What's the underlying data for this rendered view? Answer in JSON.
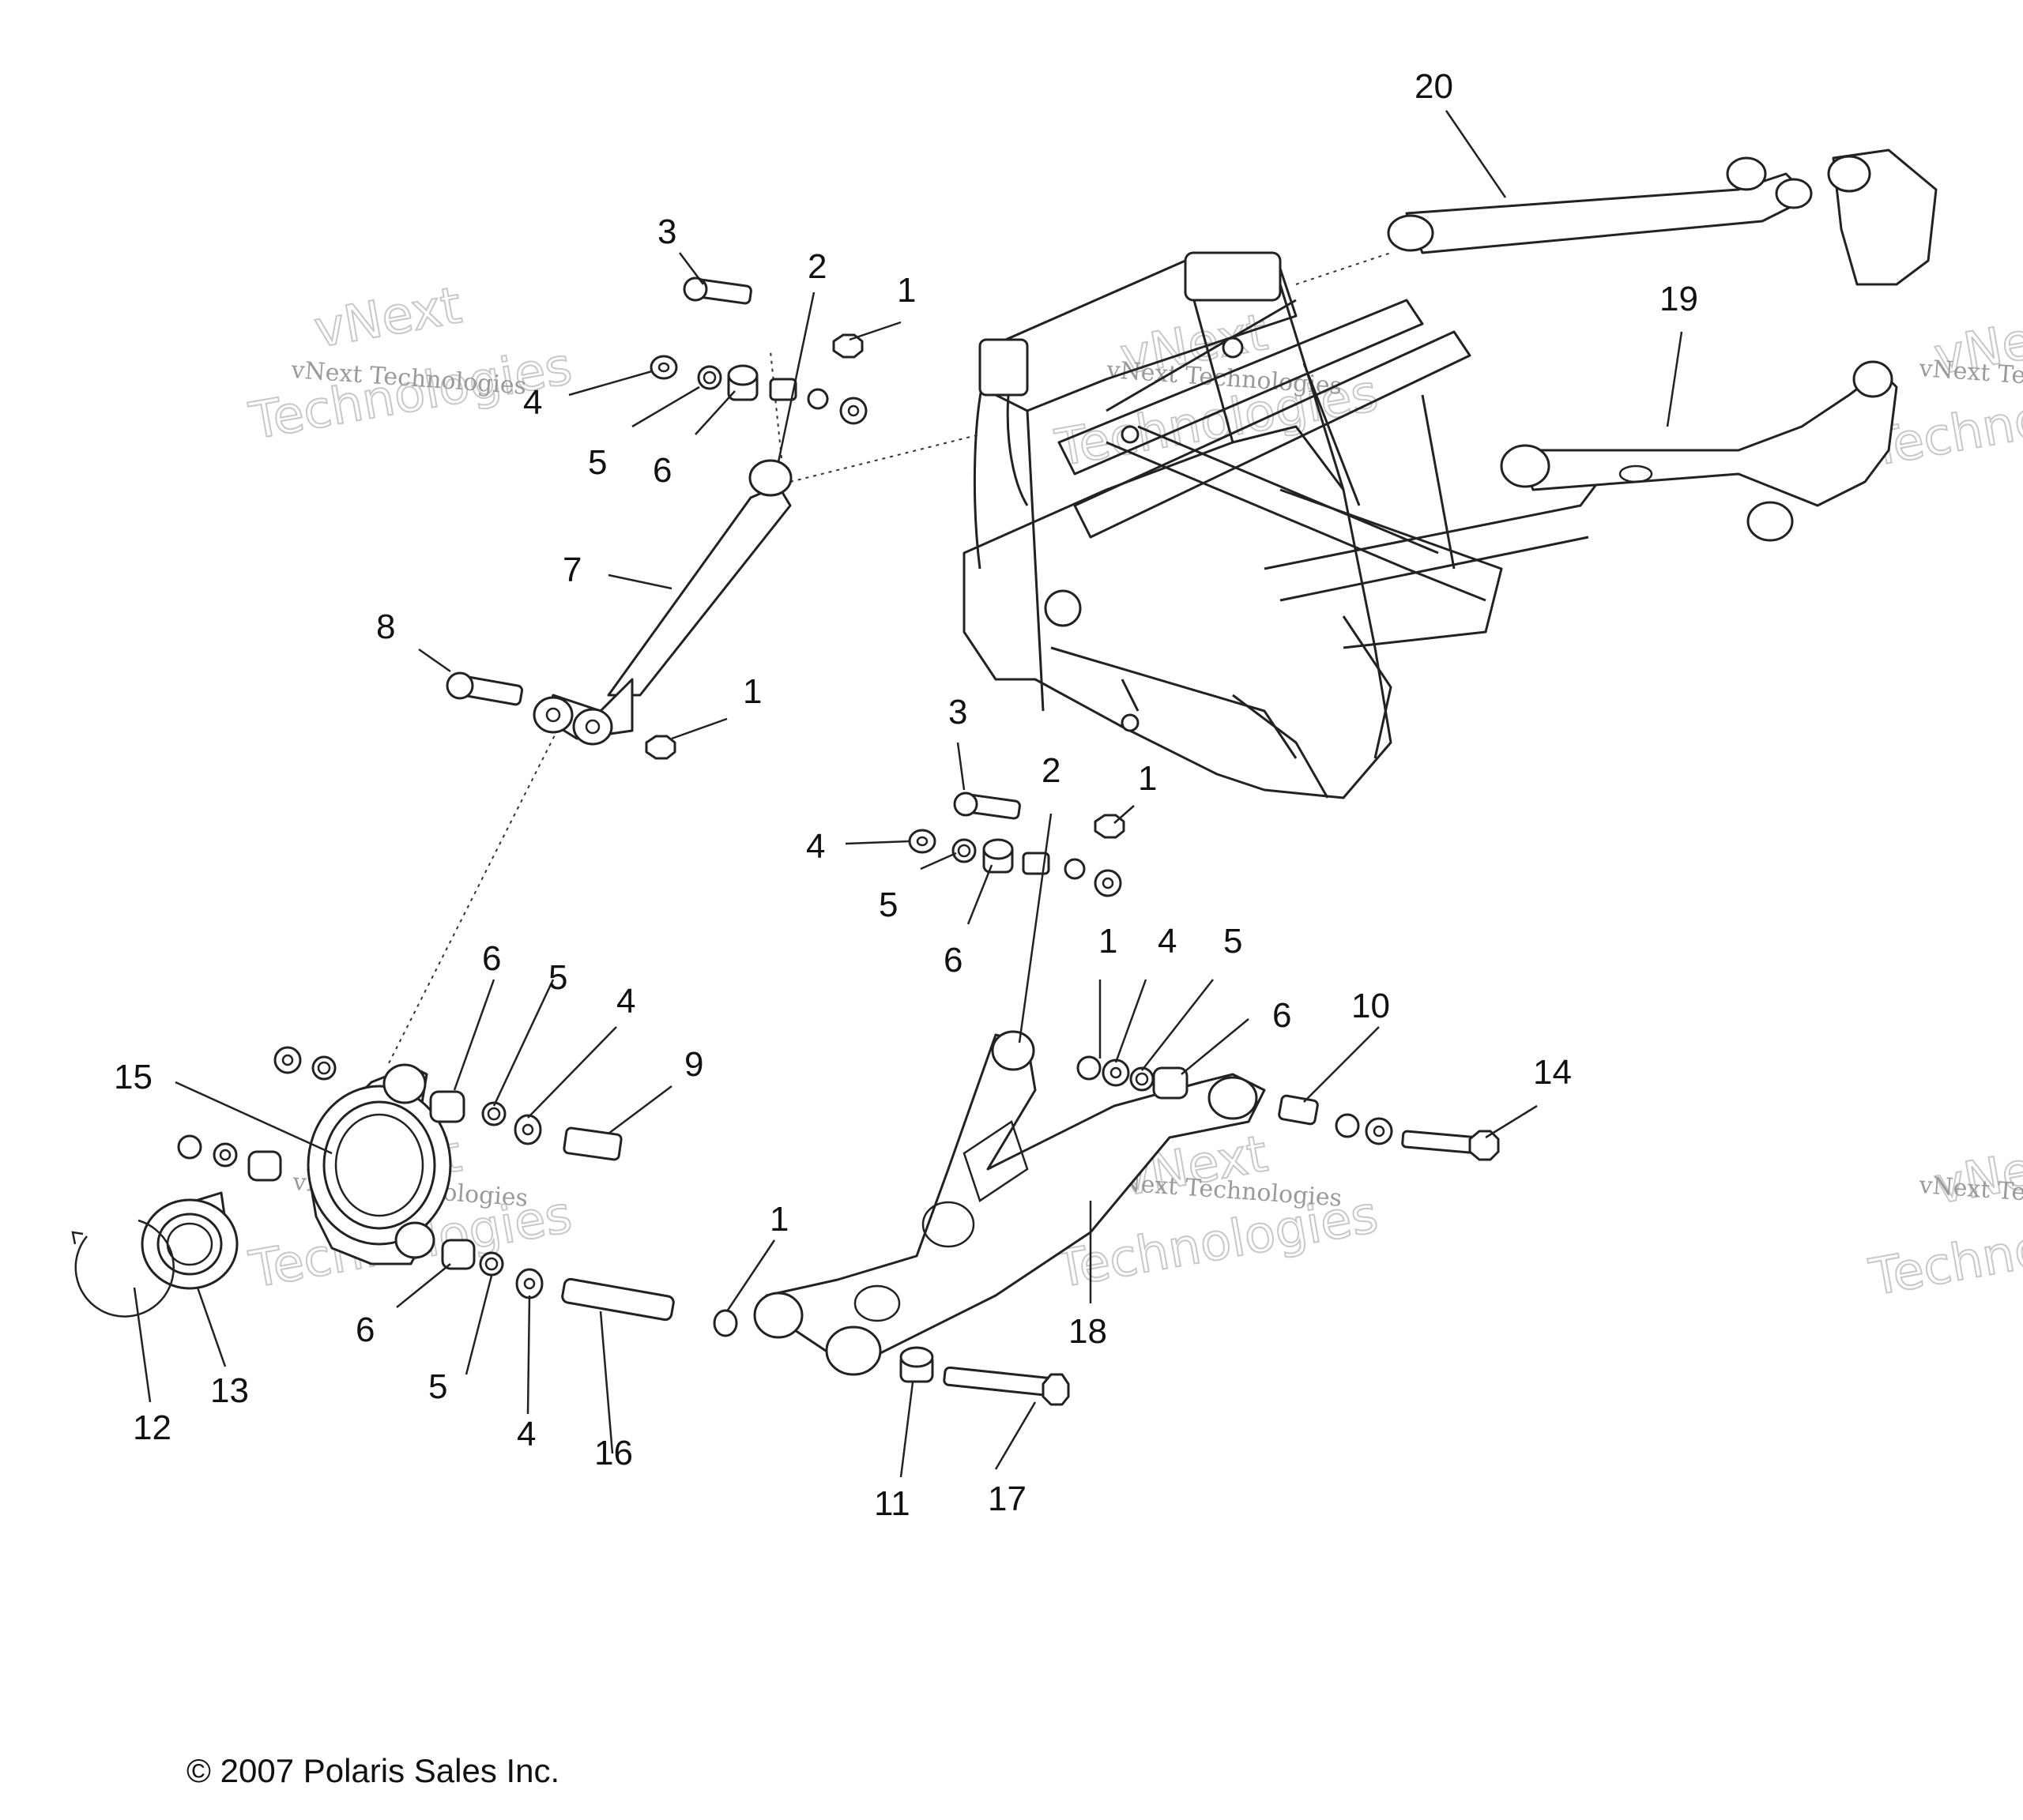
{
  "copyright": "© 2007 Polaris Sales Inc.",
  "watermark": {
    "line1": "vNext Technologies",
    "line2": "vNext",
    "line3": "Technologies"
  },
  "callouts": [
    {
      "id": "c1",
      "text": "20"
    },
    {
      "id": "c2",
      "text": "19"
    },
    {
      "id": "c3",
      "text": "3"
    },
    {
      "id": "c4",
      "text": "2"
    },
    {
      "id": "c5",
      "text": "1"
    },
    {
      "id": "c6",
      "text": "4"
    },
    {
      "id": "c7",
      "text": "5"
    },
    {
      "id": "c8",
      "text": "6"
    },
    {
      "id": "c9",
      "text": "7"
    },
    {
      "id": "c10",
      "text": "8"
    },
    {
      "id": "c11",
      "text": "1"
    },
    {
      "id": "c12",
      "text": "3"
    },
    {
      "id": "c13",
      "text": "2"
    },
    {
      "id": "c14",
      "text": "1"
    },
    {
      "id": "c15",
      "text": "4"
    },
    {
      "id": "c16",
      "text": "5"
    },
    {
      "id": "c17",
      "text": "6"
    },
    {
      "id": "c18",
      "text": "1"
    },
    {
      "id": "c19",
      "text": "4"
    },
    {
      "id": "c20",
      "text": "5"
    },
    {
      "id": "c21",
      "text": "6"
    },
    {
      "id": "c22",
      "text": "10"
    },
    {
      "id": "c23",
      "text": "14"
    },
    {
      "id": "c24",
      "text": "6"
    },
    {
      "id": "c25",
      "text": "5"
    },
    {
      "id": "c26",
      "text": "4"
    },
    {
      "id": "c27",
      "text": "9"
    },
    {
      "id": "c28",
      "text": "15"
    },
    {
      "id": "c29",
      "text": "6"
    },
    {
      "id": "c30",
      "text": "5"
    },
    {
      "id": "c31",
      "text": "4"
    },
    {
      "id": "c32",
      "text": "16"
    },
    {
      "id": "c33",
      "text": "13"
    },
    {
      "id": "c34",
      "text": "12"
    },
    {
      "id": "c35",
      "text": "1"
    },
    {
      "id": "c36",
      "text": "18"
    },
    {
      "id": "c37",
      "text": "11"
    },
    {
      "id": "c38",
      "text": "17"
    }
  ]
}
